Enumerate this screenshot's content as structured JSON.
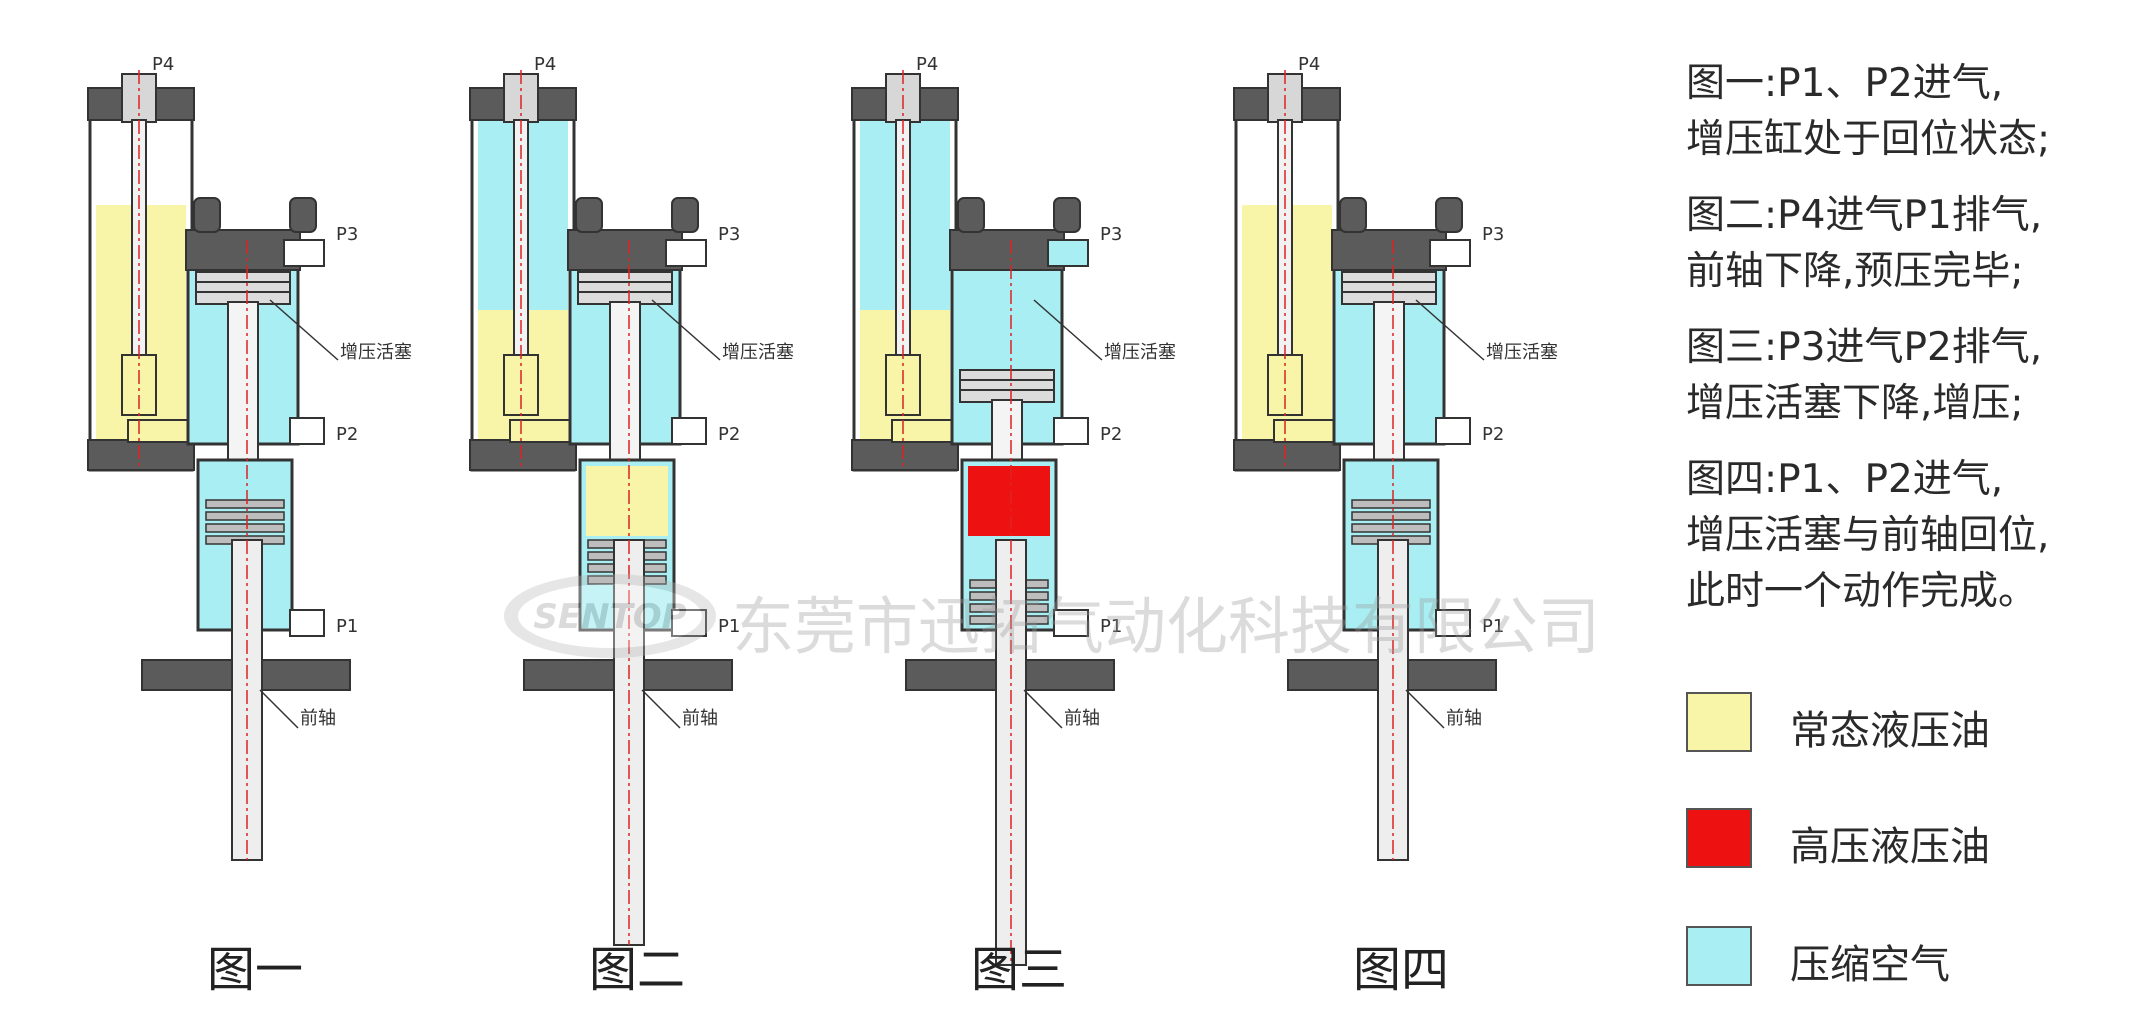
{
  "colors": {
    "normal_oil": "#F8F4A8",
    "high_pressure_oil": "#EE1111",
    "compressed_air": "#A8EEF2",
    "metal_dark": "#5b5b5b",
    "metal_light": "#e9e9e9",
    "centerline": "#dd2222"
  },
  "figures": [
    {
      "caption": "图一",
      "labels": {
        "p4": "P4",
        "p3": "P3",
        "p2": "P2",
        "p1": "P1",
        "piston": "增压活塞",
        "shaft": "前轴"
      }
    },
    {
      "caption": "图二",
      "labels": {
        "p4": "P4",
        "p3": "P3",
        "p2": "P2",
        "p1": "P1",
        "piston": "增压活塞",
        "shaft": "前轴"
      }
    },
    {
      "caption": "图三",
      "labels": {
        "p4": "P4",
        "p3": "P3",
        "p2": "P2",
        "p1": "P1",
        "piston": "增压活塞",
        "shaft": "前轴"
      }
    },
    {
      "caption": "图四",
      "labels": {
        "p4": "P4",
        "p3": "P3",
        "p2": "P2",
        "p1": "P1",
        "piston": "增压活塞",
        "shaft": "前轴"
      }
    }
  ],
  "description": [
    {
      "line1": "图一:P1、P2进气,",
      "line2": "增压缸处于回位状态;"
    },
    {
      "line1": "图二:P4进气P1排气,",
      "line2": "前轴下降,预压完毕;"
    },
    {
      "line1": "图三:P3进气P2排气,",
      "line2": "增压活塞下降,增压;"
    },
    {
      "line1": "图四:P1、P2进气,",
      "line2": "增压活塞与前轴回位,",
      "line3": "此时一个动作完成。"
    }
  ],
  "legend": [
    {
      "label": "常态液压油",
      "color": "#F8F4A8"
    },
    {
      "label": "高压液压油",
      "color": "#EE1111"
    },
    {
      "label": "压缩空气",
      "color": "#A8EEF2"
    }
  ],
  "watermark": {
    "logo_text": "SENTOP",
    "company": "东莞市迅拓气动化科技有限公司"
  }
}
